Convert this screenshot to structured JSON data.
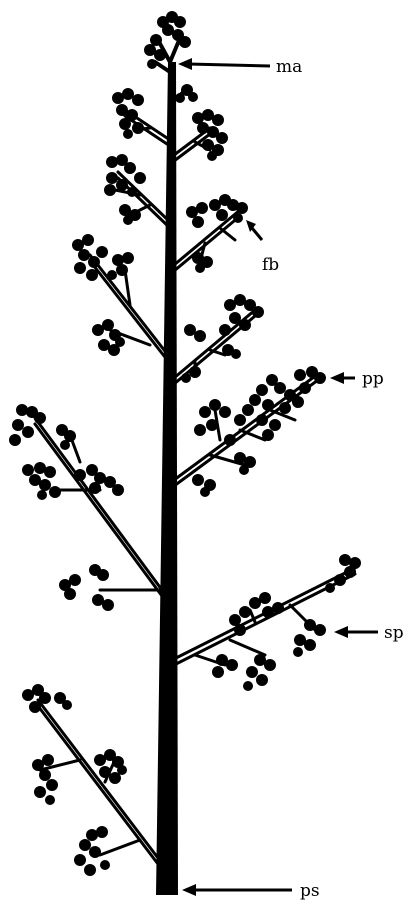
{
  "labels": {
    "ma": "ma",
    "fb": "fb",
    "pp": "pp",
    "sp": "sp",
    "ps": "ps"
  },
  "colors": {
    "ink": "#000000",
    "paper": "#ffffff"
  }
}
